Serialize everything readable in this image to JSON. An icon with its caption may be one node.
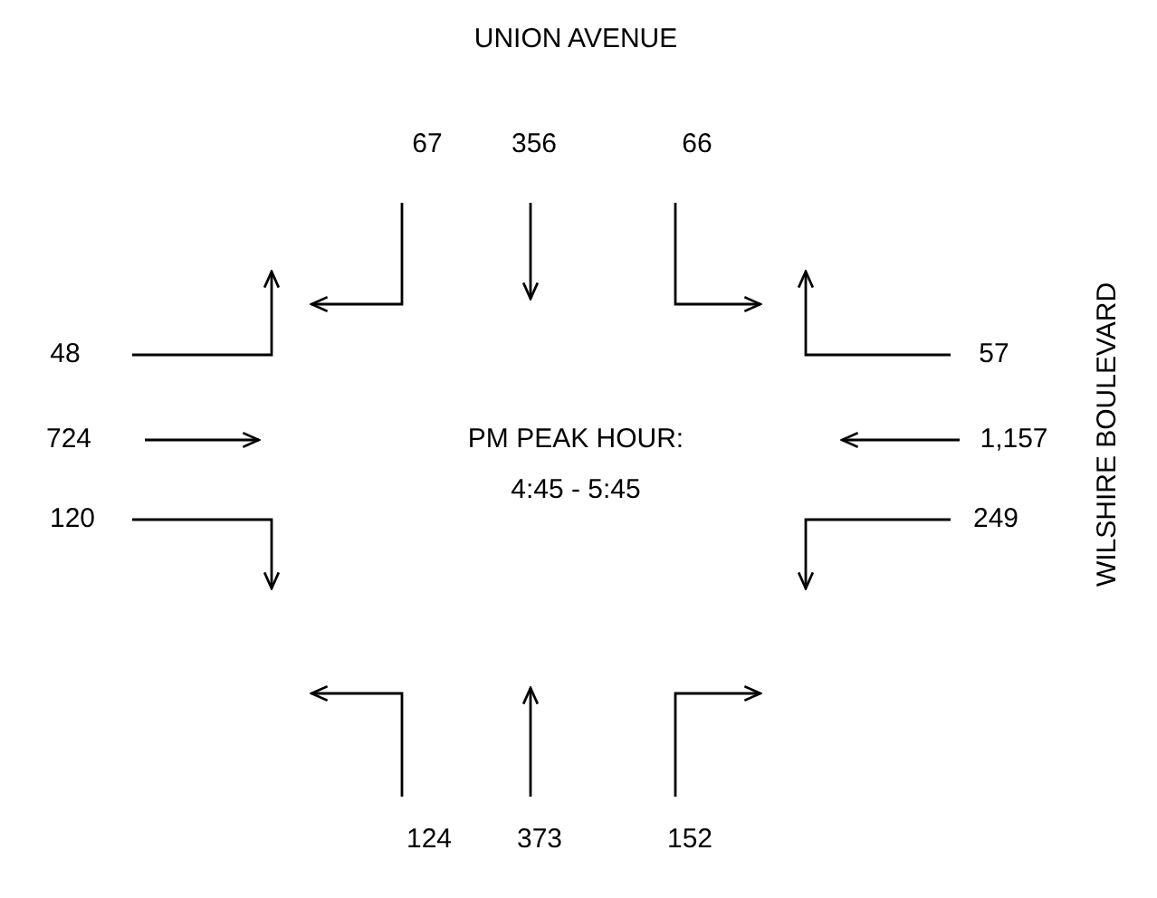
{
  "diagram": {
    "labels": [
      "UNION AVENUE",
      "67",
      "356",
      "66",
      "WILSHIRE BOULEVARD",
      "48",
      "57",
      "724",
      "PM PEAK HOUR:",
      "1,157",
      "4:45 - 5:45",
      "120",
      "249",
      "124",
      "373",
      "152"
    ]
  }
}
